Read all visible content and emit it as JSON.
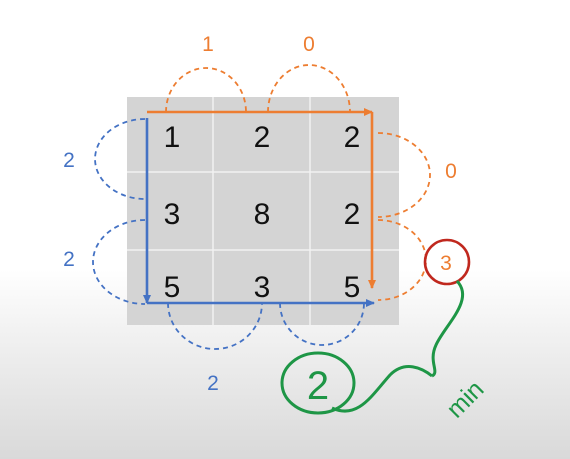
{
  "grid": {
    "rows": [
      [
        "1",
        "2",
        "2"
      ],
      [
        "3",
        "8",
        "2"
      ],
      [
        "5",
        "3",
        "5"
      ]
    ]
  },
  "orange_path": {
    "top_counts": [
      "1",
      "0"
    ],
    "right_counts": [
      "0",
      "3"
    ]
  },
  "blue_path": {
    "left_counts": [
      "2",
      "2"
    ],
    "bottom_count": "2"
  },
  "result": {
    "value": "2",
    "operator_label": "min"
  },
  "colors": {
    "orange": "#ED7D31",
    "blue": "#4472C4",
    "green": "#1E9646",
    "red": "#C0281E",
    "grid_fill": "#D4D4D4",
    "grid_line": "#F2F2F2"
  }
}
